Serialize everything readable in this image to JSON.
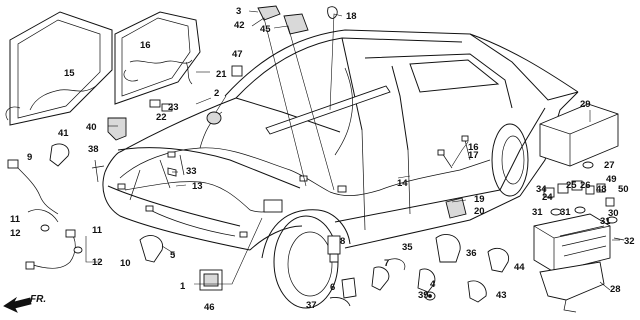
{
  "diagram": {
    "direction_label": "FR.",
    "callouts": {
      "c1": "1",
      "c2": "2",
      "c3": "3",
      "c4": "4",
      "c5": "5",
      "c6": "6",
      "c7": "7",
      "c8": "8",
      "c9": "9",
      "c10": "10",
      "c11a": "11",
      "c11b": "11",
      "c12a": "12",
      "c12b": "12",
      "c13": "13",
      "c14": "14",
      "c15": "15",
      "c16a": "16",
      "c16b": "16",
      "c17": "17",
      "c18": "18",
      "c19": "19",
      "c20": "20",
      "c21": "21",
      "c22": "22",
      "c23": "23",
      "c24": "24",
      "c25": "25",
      "c26": "26",
      "c27": "27",
      "c28": "28",
      "c29": "29",
      "c30": "30",
      "c31a": "31",
      "c31b": "31",
      "c31c": "31",
      "c32": "32",
      "c33": "33",
      "c34": "34",
      "c35": "35",
      "c36": "36",
      "c37": "37",
      "c38": "38",
      "c39": "39",
      "c40": "40",
      "c41": "41",
      "c42": "42",
      "c43": "43",
      "c44": "44",
      "c45": "45",
      "c46": "46",
      "c47": "47",
      "c48": "48",
      "c49": "49",
      "c50": "50"
    }
  }
}
